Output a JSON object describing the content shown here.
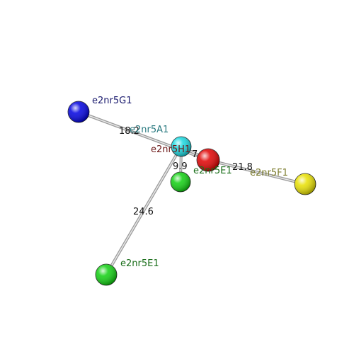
{
  "nodes": [
    {
      "id": "G1",
      "label": "e2nr5G1",
      "color": "#0000e0",
      "label_color": "#1a1a6e"
    },
    {
      "id": "A1",
      "label": "e2nr5A1",
      "color": "#18d8e0",
      "label_color": "#2a7a80"
    },
    {
      "id": "H1",
      "label": "e2nr5H1",
      "color": "#e00000",
      "label_color": "#6e1a1a"
    },
    {
      "id": "E1a",
      "label": "e2nr5E1",
      "color": "#10d010",
      "label_color": "#1a6e1a"
    },
    {
      "id": "F1",
      "label": "e2nr5F1",
      "color": "#e8e000",
      "label_color": "#7a7a2a"
    },
    {
      "id": "E1b",
      "label": "e2nr5E1",
      "color": "#10d010",
      "label_color": "#1a6e1a"
    }
  ],
  "edges": [
    {
      "from": "G1",
      "to": "H1",
      "label": "18.2"
    },
    {
      "from": "A1",
      "to": "H1",
      "label": "7.6"
    },
    {
      "from": "A1",
      "to": "E1a",
      "label": "9.9"
    },
    {
      "from": "H1",
      "to": "F1",
      "label": "21.8"
    },
    {
      "from": "A1",
      "to": "E1b",
      "label": "24.6"
    }
  ]
}
